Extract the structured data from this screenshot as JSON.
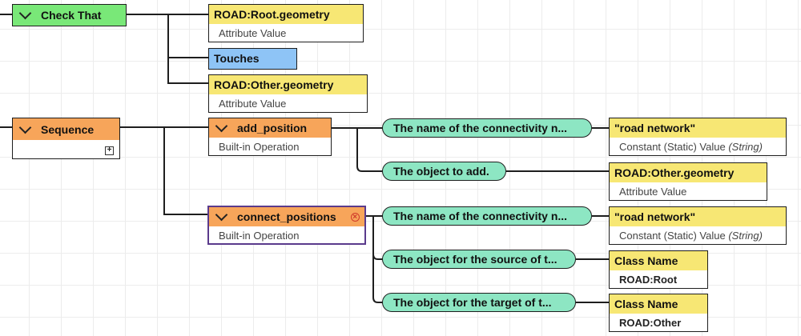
{
  "nodes": {
    "check_that": {
      "title": "Check That"
    },
    "root_geometry": {
      "title": "ROAD:Root.geometry",
      "subtitle": "Attribute Value"
    },
    "touches": {
      "title": "Touches"
    },
    "other_geometry_top": {
      "title": "ROAD:Other.geometry",
      "subtitle": "Attribute Value"
    },
    "sequence": {
      "title": "Sequence",
      "add_glyph": "+"
    },
    "add_position": {
      "title": "add_position",
      "subtitle": "Built-in Operation"
    },
    "connect_positions": {
      "title": "connect_positions",
      "subtitle": "Built-in Operation",
      "remove_glyph": "×"
    },
    "road_network_1": {
      "title": "\"road network\"",
      "subtitle": "Constant (Static) Value",
      "type_hint": "(String)"
    },
    "other_geometry_2": {
      "title": "ROAD:Other.geometry",
      "subtitle": "Attribute Value"
    },
    "road_network_2": {
      "title": "\"road network\"",
      "subtitle": "Constant (Static) Value",
      "type_hint": "(String)"
    },
    "class_root": {
      "title": "Class Name",
      "subtitle": "ROAD:Root"
    },
    "class_other": {
      "title": "Class Name",
      "subtitle": "ROAD:Other"
    }
  },
  "params": {
    "p1": "The name of the connectivity n...",
    "p2": "The object to add.",
    "p3": "The name of the connectivity n...",
    "p4": "The object for the source of t...",
    "p5": "The object for the target of t..."
  },
  "colors": {
    "control": "#79e878",
    "value": "#f7e774",
    "operator": "#8ec4f6",
    "operation": "#f7a55a",
    "parameter": "#8de6c3",
    "wire": "#1e1e1e"
  }
}
